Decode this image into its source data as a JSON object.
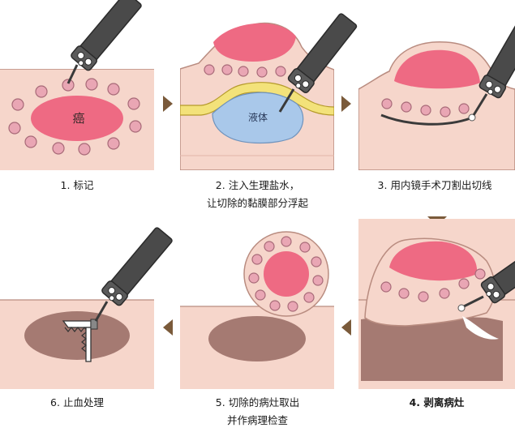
{
  "labels": {
    "tumor": "癌",
    "fluid": "液体"
  },
  "steps": [
    {
      "caption": "1. 标记"
    },
    {
      "caption": "2. 注入生理盐水，",
      "caption2": "让切除的黏膜部分浮起"
    },
    {
      "caption": "3. 用内镜手术刀割出切线"
    },
    {
      "caption": "4. 剥离病灶"
    },
    {
      "caption": "5. 切除的病灶取出",
      "caption2": "并作病理检查"
    },
    {
      "caption": "6. 止血处理"
    }
  ],
  "colors": {
    "mucosa": "#f6d6cb",
    "tumor": "#ee6a83",
    "marker": "#e9a6b4",
    "saline": "#a9c8ea",
    "submucosa": "#f3e27a",
    "wound": "#a57a72",
    "instrument": "#4a4a4a",
    "arrow": "#7a5a3a"
  },
  "icons": [
    "endoscope-icon",
    "arrow-right-icon",
    "arrow-left-icon",
    "arrow-down-icon",
    "hemoclip-icon"
  ]
}
